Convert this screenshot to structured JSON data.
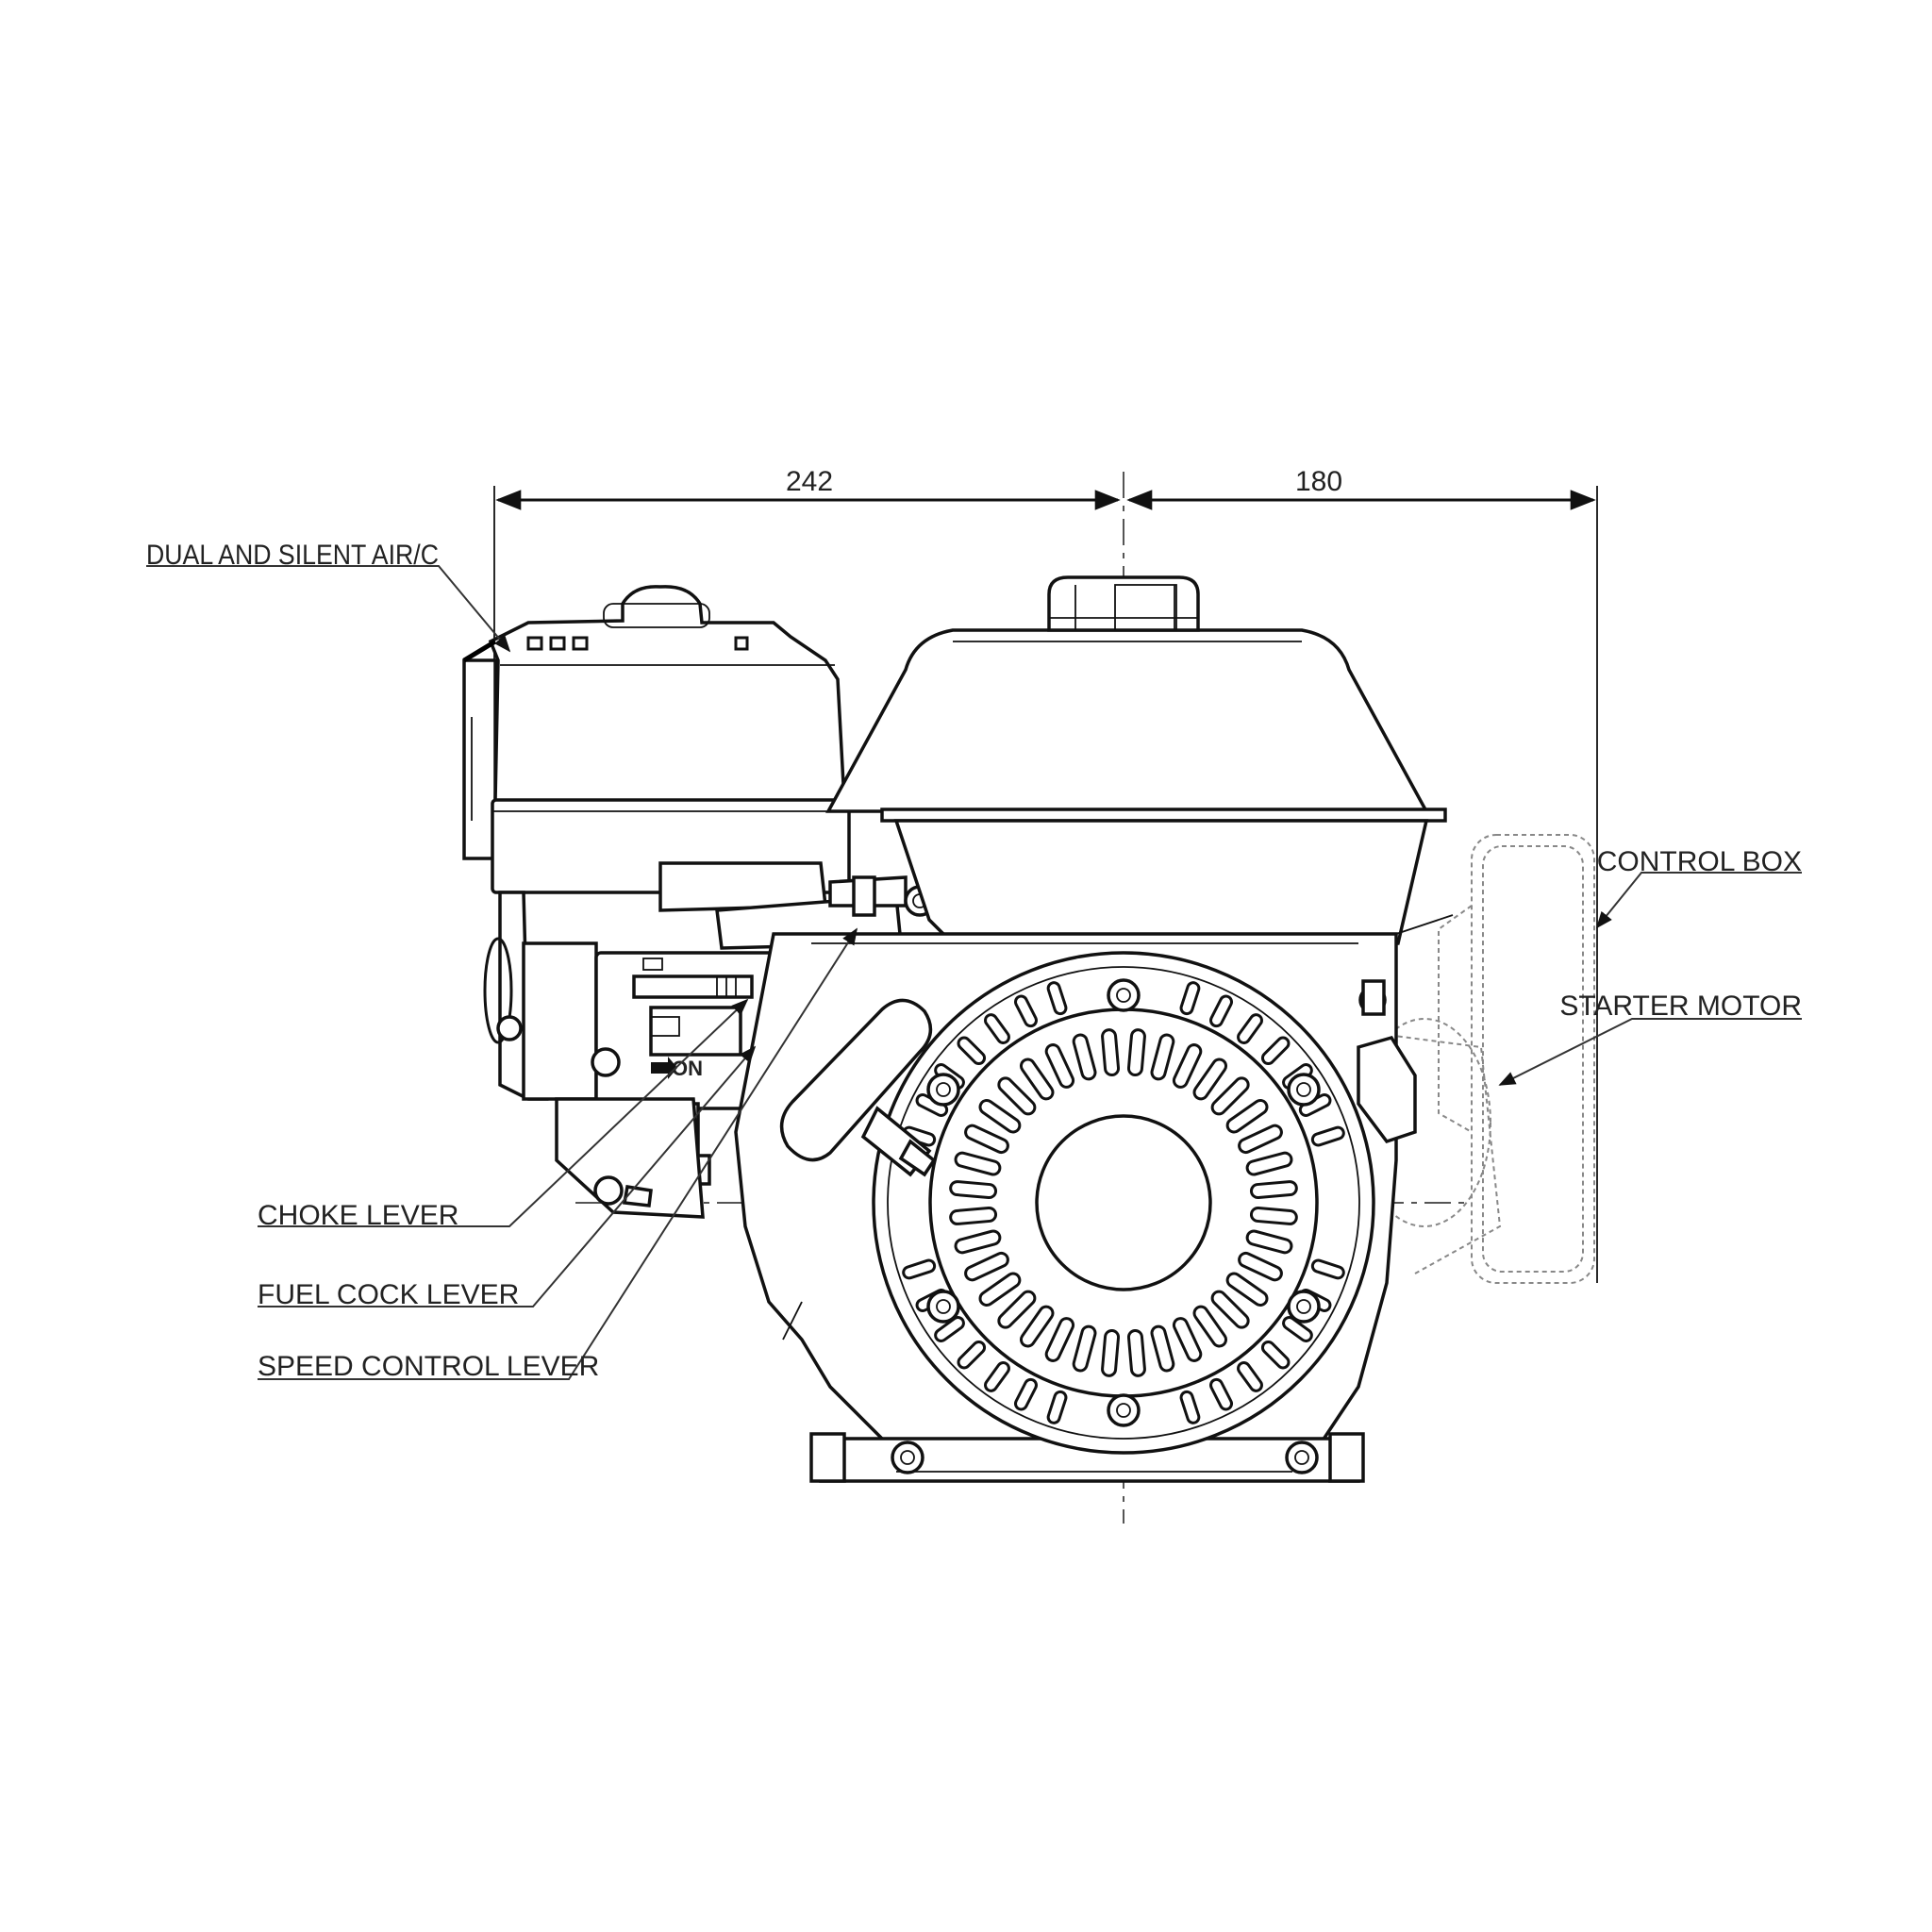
{
  "dimensions": {
    "left_width": "242",
    "right_width": "180"
  },
  "labels": {
    "air_cleaner": "DUAL AND SILENT AIR/C",
    "control_box": "CONTROL BOX",
    "starter_motor": "STARTER MOTOR",
    "choke_lever": "CHOKE LEVER",
    "fuel_cock_lever": "FUEL COCK LEVER",
    "speed_control_lever": "SPEED CONTROL LEVER",
    "fuel_on_mark": "ON"
  }
}
